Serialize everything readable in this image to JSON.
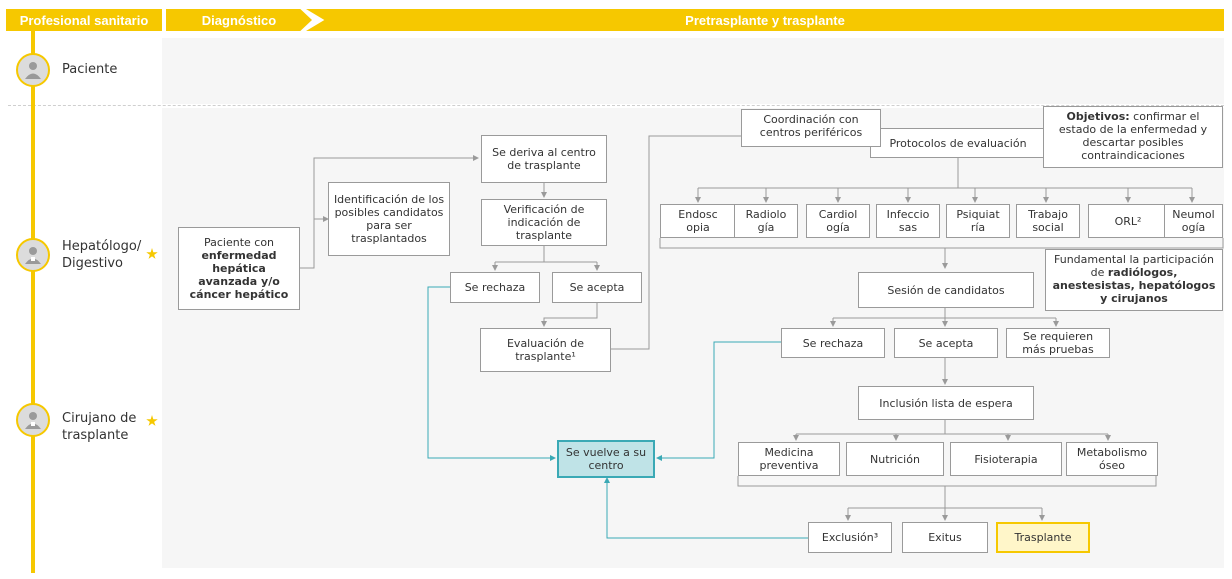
{
  "header": {
    "role_column": "Profesional sanitario",
    "phase_1": "Diagnóstico",
    "phase_2": "Pretrasplante y trasplante"
  },
  "roles": {
    "paciente": "Paciente",
    "hepatologo_1": "Hepatólogo/",
    "hepatologo_2": "Digestivo",
    "cirujano_1": "Cirujano de",
    "cirujano_2": "trasplante"
  },
  "boxes": {
    "paciente_enfermedad_1": "Paciente con",
    "paciente_enfermedad_2": "enfermedad hepática avanzada y/o cáncer hepático",
    "identificacion": "Identificación de los posibles candidatos para ser trasplantados",
    "deriva": "Se deriva al centro de trasplante",
    "verificacion": "Verificación de indicación de trasplante",
    "rechaza_1": "Se rechaza",
    "acepta_1": "Se acepta",
    "evaluacion": "Evaluación de trasplante¹",
    "protocolos": "Protocolos de evaluación",
    "endoscopia": "Endosc opia",
    "radiologia": "Radiolo gía",
    "cardiologia": "Cardiol ogía",
    "infecciosas": "Infeccio sas",
    "psiquiatria": "Psiquiat ría",
    "trabajo_social": "Trabajo social",
    "orl": "ORL²",
    "neumologia": "Neumol ogía",
    "sesion": "Sesión de candidatos",
    "rechaza_2": "Se rechaza",
    "acepta_2": "Se acepta",
    "mas_pruebas": "Se requieren más pruebas",
    "inclusion": "Inclusión lista de espera",
    "medicina": "Medicina preventiva",
    "nutricion": "Nutrición",
    "fisioterapia": "Fisioterapia",
    "metabolismo": "Metabolismo óseo",
    "vuelve": "Se vuelve a su centro",
    "exclusion": "Exclusión³",
    "exitus": "Exitus",
    "trasplante": "Trasplante"
  },
  "callouts": {
    "coordinacion": "Coordinación con centros periféricos",
    "objetivos_bold": "Objetivos:",
    "objetivos_rest": "confirmar el estado de la enfermedad y descartar posibles contraindicaciones",
    "fundamental_1": "Fundamental la participación de",
    "fundamental_2": "radiólogos, anestesistas, hepatólogos y cirujanos"
  },
  "colors": {
    "accent": "#f6c800",
    "teal": "#3aa9b5",
    "teal_fill": "#bfe3e7",
    "line": "#9a9a9a"
  }
}
